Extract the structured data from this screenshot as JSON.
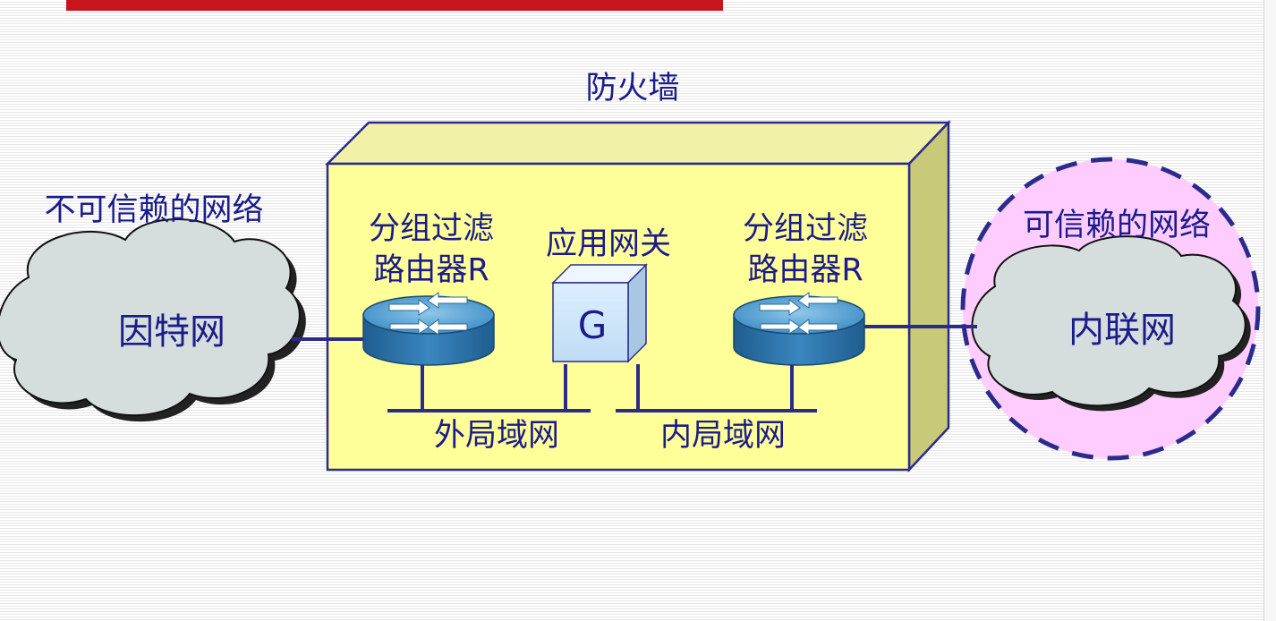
{
  "diagram": {
    "firewall_label": "防火墙",
    "untrusted_label": "不可信赖的网络",
    "trusted_label": "可信赖的网络",
    "internet_label": "因特网",
    "intranet_label": "内联网",
    "router_left_label_line1": "分组过滤",
    "router_left_label_line2": "路由器R",
    "router_right_label_line1": "分组过滤",
    "router_right_label_line2": "路由器R",
    "gateway_label": "应用网关",
    "gateway_letter": "G",
    "outer_lan_label": "外局域网",
    "inner_lan_label": "内局域网"
  },
  "colors": {
    "text": "#1b1b8a",
    "firewall_fill": "#ffff99",
    "firewall_side": "#c9c97a",
    "cloud_fill": "#d6dddd",
    "trusted_zone": "#ffccff",
    "header_bar": "#c8141c",
    "router_blue": "#3d8cc4"
  }
}
